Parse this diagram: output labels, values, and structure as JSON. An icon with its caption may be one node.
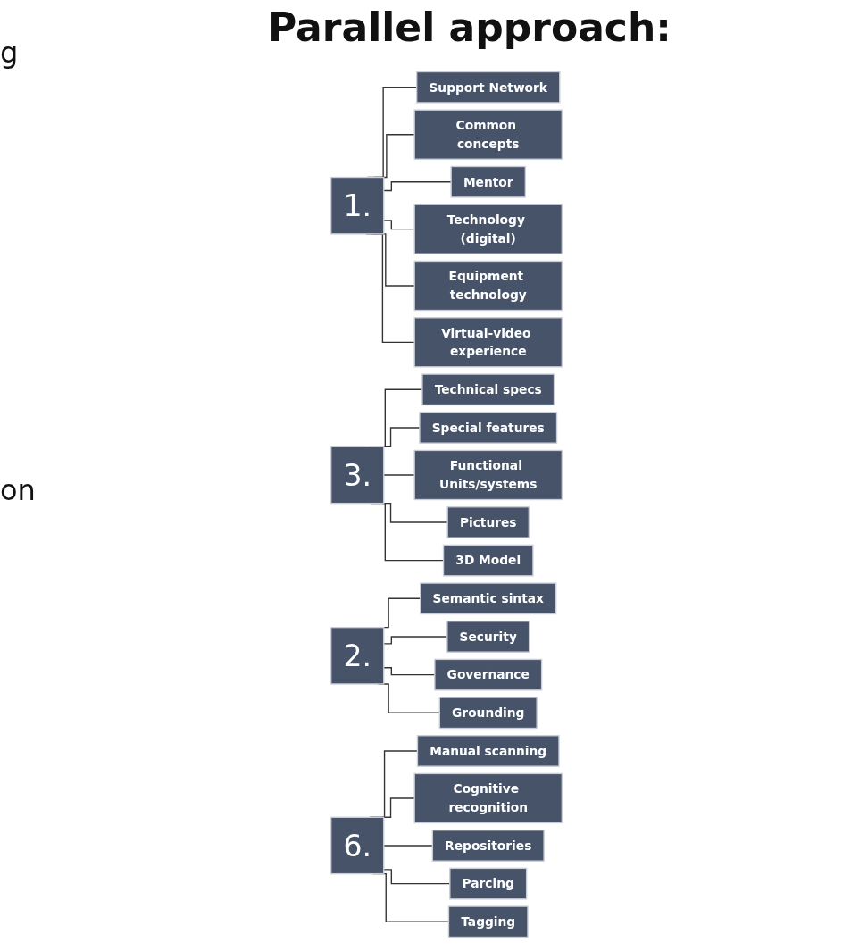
{
  "diagram": {
    "title": "Parallel approach:",
    "nodes": [
      {
        "text": [
          "1."
        ]
      },
      {
        "text": [
          "Support Network"
        ]
      },
      {
        "text": [
          "Common concepts"
        ]
      },
      {
        "text": [
          "Mentor"
        ]
      },
      {
        "text": [
          "Technology (digital)"
        ]
      },
      {
        "text": [
          "Equipment technology"
        ]
      },
      {
        "text": [
          "Virtual-video experience"
        ]
      },
      {
        "text": [
          "3."
        ]
      },
      {
        "text": [
          "Technical specs"
        ]
      },
      {
        "text": [
          "Special features"
        ]
      },
      {
        "text": [
          "Functional Units/systems"
        ]
      },
      {
        "text": [
          "Pictures"
        ]
      },
      {
        "text": [
          "3D Model"
        ]
      },
      {
        "text": [
          "2."
        ]
      },
      {
        "text": [
          "Semantic sintax"
        ]
      },
      {
        "text": [
          "Security"
        ]
      },
      {
        "text": [
          "Governance"
        ]
      },
      {
        "text": [
          "Grounding"
        ]
      },
      {
        "text": [
          "6."
        ]
      },
      {
        "text": [
          "Manual scanning"
        ]
      },
      {
        "text": [
          "Cognitive recognition"
        ]
      },
      {
        "text": [
          "Repositories"
        ]
      },
      {
        "text": [
          "Parcing"
        ]
      },
      {
        "text": [
          "Tagging"
        ]
      }
    ],
    "edges": [
      {
        "from": 0,
        "to": 1,
        "arrow": "none"
      },
      {
        "from": 0,
        "to": 2,
        "arrow": "none"
      },
      {
        "from": 0,
        "to": 3,
        "arrow": "none"
      },
      {
        "from": 0,
        "to": 4,
        "arrow": "none"
      },
      {
        "from": 0,
        "to": 5,
        "arrow": "none"
      },
      {
        "from": 0,
        "to": 6,
        "arrow": "none"
      },
      {
        "from": 7,
        "to": 8,
        "arrow": "none"
      },
      {
        "from": 7,
        "to": 9,
        "arrow": "none"
      },
      {
        "from": 7,
        "to": 10,
        "arrow": "none"
      },
      {
        "from": 7,
        "to": 11,
        "arrow": "none"
      },
      {
        "from": 7,
        "to": 12,
        "arrow": "none"
      },
      {
        "from": 13,
        "to": 14,
        "arrow": "none"
      },
      {
        "from": 13,
        "to": 15,
        "arrow": "none"
      },
      {
        "from": 13,
        "to": 16,
        "arrow": "none"
      },
      {
        "from": 13,
        "to": 17,
        "arrow": "none"
      },
      {
        "from": 18,
        "to": 19,
        "arrow": "none"
      },
      {
        "from": 18,
        "to": 20,
        "arrow": "none"
      },
      {
        "from": 18,
        "to": 21,
        "arrow": "none"
      },
      {
        "from": 18,
        "to": 22,
        "arrow": "none"
      },
      {
        "from": 18,
        "to": 23,
        "arrow": "none"
      }
    ],
    "labels": [
      "g",
      "on"
    ]
  }
}
